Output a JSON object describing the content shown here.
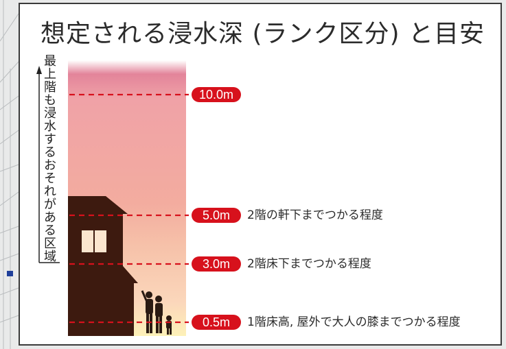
{
  "title": "想定される浸水深 (ランク区分) と目安",
  "vertical_label": "最上階も浸水するおそれがある区域",
  "levels": [
    {
      "depth": "10.0m",
      "description": ""
    },
    {
      "depth": "5.0m",
      "description": "2階の軒下までつかる程度"
    },
    {
      "depth": "3.0m",
      "description": "2階床下までつかる程度"
    },
    {
      "depth": "0.5m",
      "description": "1階床高, 屋外で大人の膝までつかる程度"
    }
  ],
  "colors": {
    "badge": "#d7111c",
    "dashed_line": "#d7111c",
    "band_top": "#e3849a",
    "band_upper": "#f3a99d",
    "band_middle": "#f6c1a9",
    "band_lower": "#fcd9b9",
    "band_bottom": "#fdf1b8",
    "house": "#3d1a0f"
  }
}
